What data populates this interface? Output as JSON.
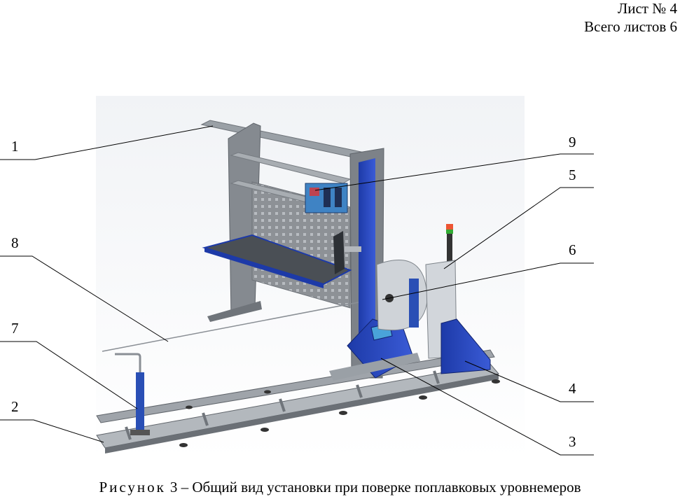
{
  "header": {
    "sheet_number": "Лист № 4",
    "total_sheets": "Всего листов 6"
  },
  "figure": {
    "caption_word": "Рисунок",
    "caption_rest": "3 – Общий вид установки при поверке поплавковых уровнемеров",
    "callouts": [
      "1",
      "2",
      "3",
      "4",
      "5",
      "6",
      "7",
      "8",
      "9"
    ]
  }
}
